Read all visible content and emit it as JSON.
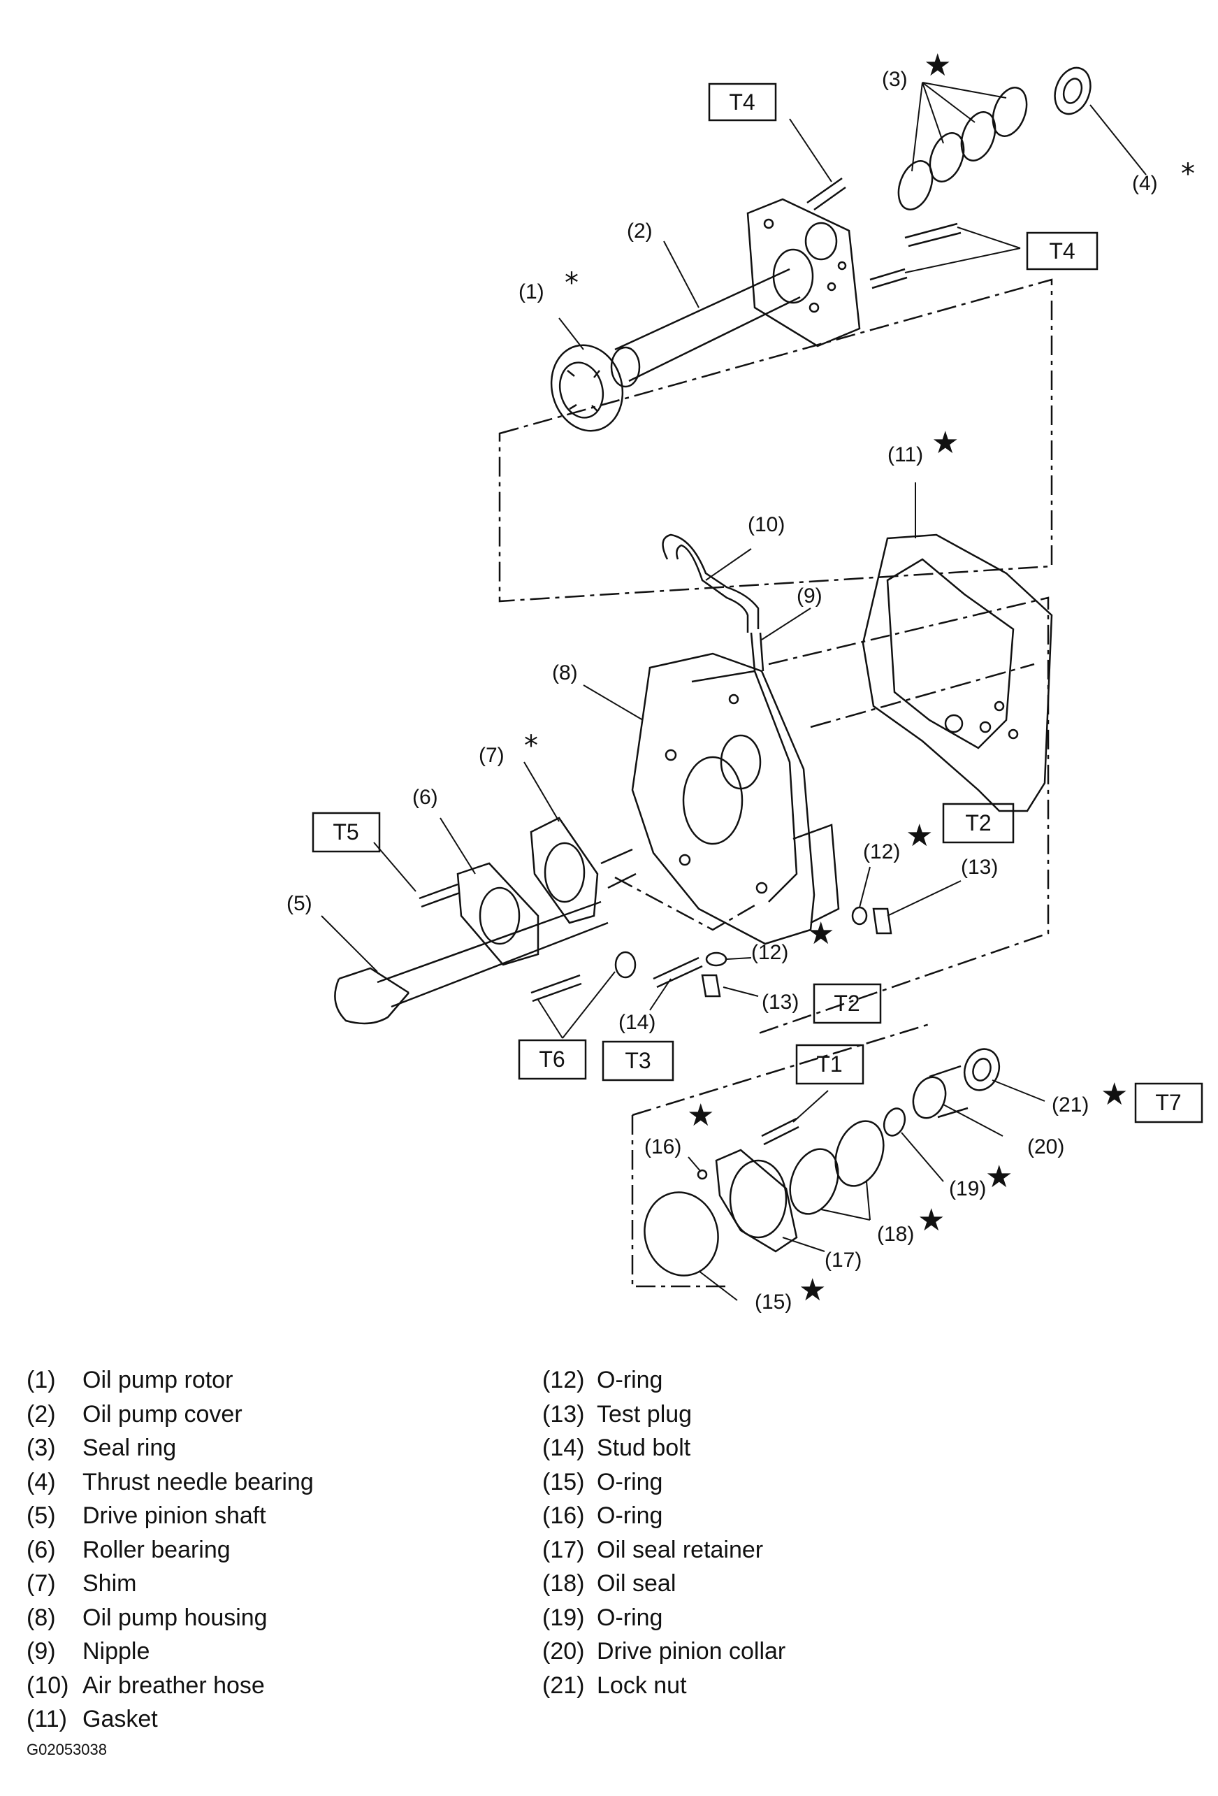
{
  "callouts": {
    "c1": "(1)",
    "c2": "(2)",
    "c3": "(3)",
    "c4": "(4)",
    "c5": "(5)",
    "c6": "(6)",
    "c7": "(7)",
    "c8": "(8)",
    "c9": "(9)",
    "c10": "(10)",
    "c11": "(11)",
    "c12a": "(12)",
    "c12b": "(12)",
    "c13a": "(13)",
    "c13b": "(13)",
    "c14": "(14)",
    "c15": "(15)",
    "c16": "(16)",
    "c17": "(17)",
    "c18": "(18)",
    "c19": "(19)",
    "c20": "(20)",
    "c21": "(21)"
  },
  "torque_labels": {
    "t4_top": "T4",
    "t4_right": "T4",
    "t5": "T5",
    "t2_upper": "T2",
    "t2_lower": "T2",
    "t6": "T6",
    "t3": "T3",
    "t1": "T1",
    "t7": "T7"
  },
  "symbols": {
    "star": "★",
    "asterisk": "*"
  },
  "legend": {
    "left": [
      {
        "num": "(1)",
        "label": "Oil pump rotor"
      },
      {
        "num": "(2)",
        "label": "Oil pump cover"
      },
      {
        "num": "(3)",
        "label": "Seal ring"
      },
      {
        "num": "(4)",
        "label": "Thrust needle bearing"
      },
      {
        "num": "(5)",
        "label": "Drive pinion shaft"
      },
      {
        "num": "(6)",
        "label": "Roller bearing"
      },
      {
        "num": "(7)",
        "label": "Shim"
      },
      {
        "num": "(8)",
        "label": "Oil pump housing"
      },
      {
        "num": "(9)",
        "label": "Nipple"
      },
      {
        "num": "(10)",
        "label": "Air breather hose"
      },
      {
        "num": "(11)",
        "label": "Gasket"
      }
    ],
    "right": [
      {
        "num": "(12)",
        "label": "O-ring"
      },
      {
        "num": "(13)",
        "label": "Test plug"
      },
      {
        "num": "(14)",
        "label": "Stud bolt"
      },
      {
        "num": "(15)",
        "label": "O-ring"
      },
      {
        "num": "(16)",
        "label": "O-ring"
      },
      {
        "num": "(17)",
        "label": "Oil seal retainer"
      },
      {
        "num": "(18)",
        "label": "Oil seal"
      },
      {
        "num": "(19)",
        "label": "O-ring"
      },
      {
        "num": "(20)",
        "label": "Drive pinion collar"
      },
      {
        "num": "(21)",
        "label": "Lock nut"
      }
    ]
  },
  "figure_id": "G02053038"
}
